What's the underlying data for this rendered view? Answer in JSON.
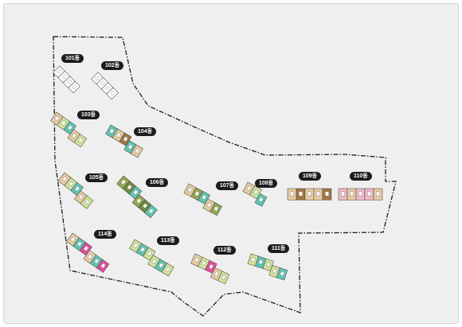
{
  "colors": {
    "background": "#efefef",
    "boundary": "#1c1c1c",
    "label_bg": "#1c1c1c",
    "label_text": "#ffffff",
    "outline_only": "#ffffff",
    "unit_tan": "#e8caa0",
    "unit_pink": "#f1b8c4",
    "unit_green": "#cfe39a",
    "unit_teal": "#5fc6b4",
    "unit_olive": "#94a853",
    "unit_olive_dark": "#6f8a3c",
    "unit_brown": "#a57645",
    "unit_magenta": "#e24e9e",
    "unit_core": "#f7f7f7"
  },
  "buildings": [
    {
      "id": "101",
      "label": "101동",
      "color_scheme": "outline"
    },
    {
      "id": "102",
      "label": "102동",
      "color_scheme": "outline"
    },
    {
      "id": "103",
      "label": "103동",
      "color_scheme": "tan-green-teal"
    },
    {
      "id": "104",
      "label": "104동",
      "color_scheme": "teal-tan-brown"
    },
    {
      "id": "105",
      "label": "105동",
      "color_scheme": "tan-green-teal"
    },
    {
      "id": "106",
      "label": "106동",
      "color_scheme": "olive-green-teal"
    },
    {
      "id": "107",
      "label": "107동",
      "color_scheme": "tan-olive-teal"
    },
    {
      "id": "108",
      "label": "108동",
      "color_scheme": "tan-green-teal"
    },
    {
      "id": "109",
      "label": "109동",
      "color_scheme": "tan-brown"
    },
    {
      "id": "110",
      "label": "110동",
      "color_scheme": "pink-tan"
    },
    {
      "id": "111",
      "label": "111동",
      "color_scheme": "green-teal"
    },
    {
      "id": "112",
      "label": "112동",
      "color_scheme": "tan-green-magenta"
    },
    {
      "id": "113",
      "label": "113동",
      "color_scheme": "green-teal"
    },
    {
      "id": "114",
      "label": "114동",
      "color_scheme": "tan-teal-magenta"
    }
  ]
}
